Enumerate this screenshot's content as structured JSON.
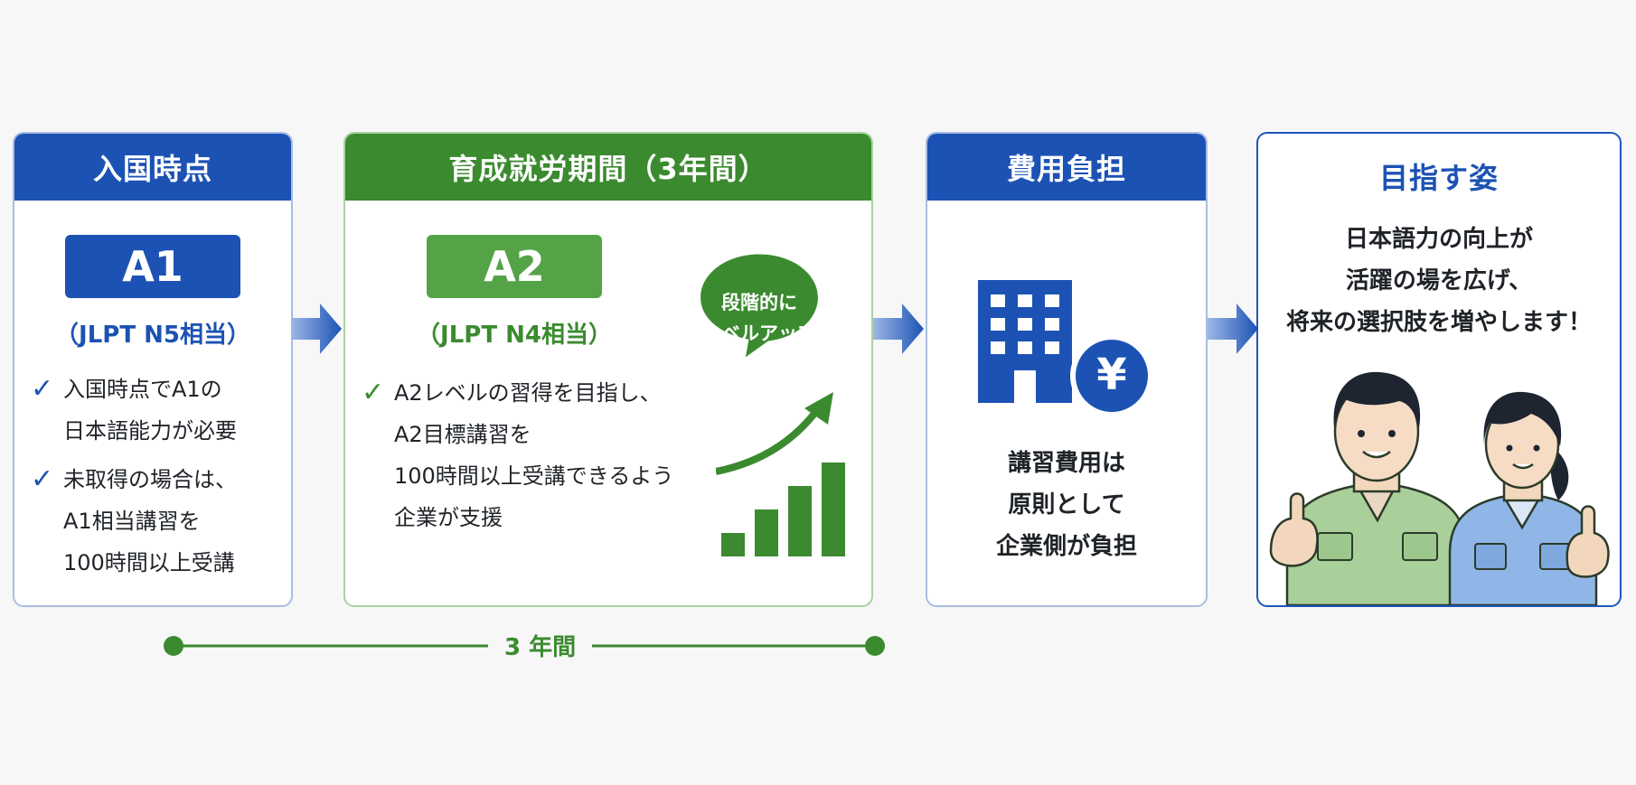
{
  "stage1": {
    "header": "入国時点",
    "badge": "A1",
    "subtitle": "（JLPT N5相当）",
    "items": [
      {
        "lines": [
          "入国時点でA1の",
          "日本語能力が必要"
        ]
      },
      {
        "lines": [
          "未取得の場合は、",
          "A1相当講習を",
          "100時間以上受講"
        ]
      }
    ]
  },
  "stage2": {
    "header": "育成就労期間（3年間）",
    "badge": "A2",
    "subtitle": "（JLPT N4相当）",
    "items": [
      {
        "lines": [
          "A2レベルの習得を目指し、",
          "A2目標講習を",
          "100時間以上受講できるよう",
          "企業が支援"
        ]
      }
    ],
    "bubble": [
      "段階的に",
      "レベルアップ"
    ],
    "growth_chart_levels": [
      1,
      2,
      3,
      4
    ]
  },
  "stage3": {
    "header": "費用負担",
    "yen_symbol": "¥",
    "lines": [
      "講習費用は",
      "原則として",
      "企業側が負担"
    ]
  },
  "stage4": {
    "header": "目指す姿",
    "lines": [
      "日本語力の向上が",
      "活躍の場を広げ、",
      "将来の選択肢を増やします！"
    ]
  },
  "timeline": {
    "label": "3 年間"
  },
  "colors": {
    "blue": "#1c52b3",
    "green": "#3b8a2f",
    "light_green": "#54a347"
  }
}
